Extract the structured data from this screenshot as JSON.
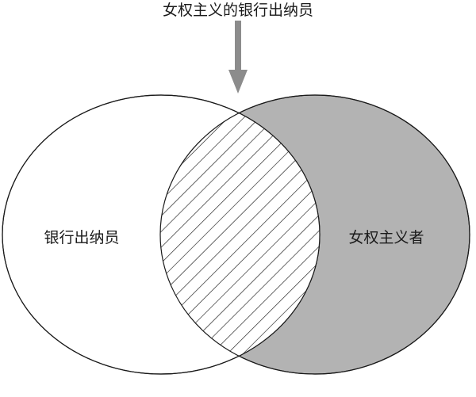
{
  "diagram": {
    "type": "venn",
    "top_label": "女权主义的银行出纳员",
    "left_set": {
      "label": "银行出纳员",
      "fill": "#ffffff"
    },
    "right_set": {
      "label": "女权主义者",
      "fill": "#b3b3b3"
    },
    "intersection": {
      "pattern": "diagonal-hatch",
      "fill": "#ffffff",
      "hatch_color": "#1a1a1a"
    },
    "arrow_color": "#8c8c8c",
    "outline_color": "#1a1a1a"
  }
}
